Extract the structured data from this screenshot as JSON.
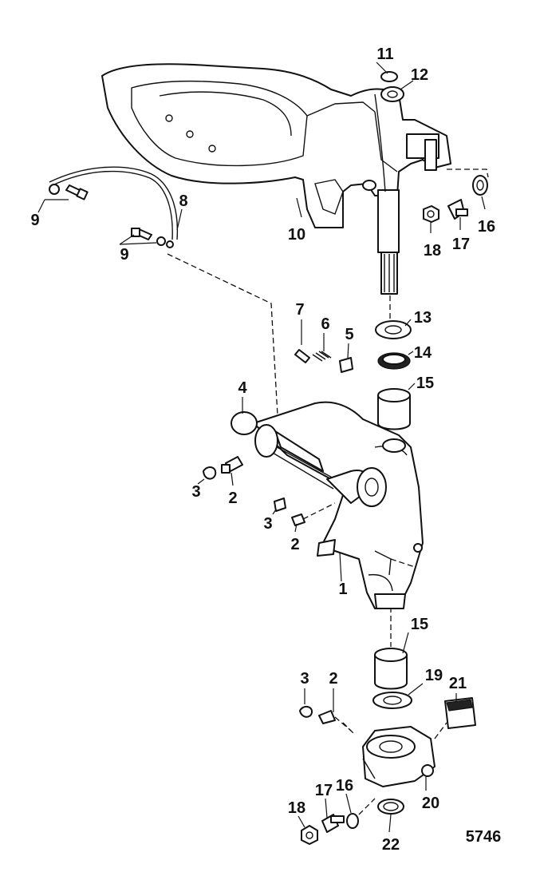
{
  "figure_number": "5746",
  "callouts": [
    {
      "id": "c11",
      "text": "11"
    },
    {
      "id": "c12",
      "text": "12"
    },
    {
      "id": "c10",
      "text": "10"
    },
    {
      "id": "c18a",
      "text": "18"
    },
    {
      "id": "c17a",
      "text": "17"
    },
    {
      "id": "c16a",
      "text": "16"
    },
    {
      "id": "c8",
      "text": "8"
    },
    {
      "id": "c9a",
      "text": "9"
    },
    {
      "id": "c9b",
      "text": "9"
    },
    {
      "id": "c13",
      "text": "13"
    },
    {
      "id": "c14",
      "text": "14"
    },
    {
      "id": "c15a",
      "text": "15"
    },
    {
      "id": "c7",
      "text": "7"
    },
    {
      "id": "c6",
      "text": "6"
    },
    {
      "id": "c5",
      "text": "5"
    },
    {
      "id": "c4",
      "text": "4"
    },
    {
      "id": "c3a",
      "text": "3"
    },
    {
      "id": "c2a",
      "text": "2"
    },
    {
      "id": "c3b",
      "text": "3"
    },
    {
      "id": "c2b",
      "text": "2"
    },
    {
      "id": "c1",
      "text": "1"
    },
    {
      "id": "c15b",
      "text": "15"
    },
    {
      "id": "c3c",
      "text": "3"
    },
    {
      "id": "c2c",
      "text": "2"
    },
    {
      "id": "c19",
      "text": "19"
    },
    {
      "id": "c21",
      "text": "21"
    },
    {
      "id": "c18b",
      "text": "18"
    },
    {
      "id": "c17b",
      "text": "17"
    },
    {
      "id": "c16b",
      "text": "16"
    },
    {
      "id": "c20",
      "text": "20"
    },
    {
      "id": "c22",
      "text": "22"
    }
  ]
}
